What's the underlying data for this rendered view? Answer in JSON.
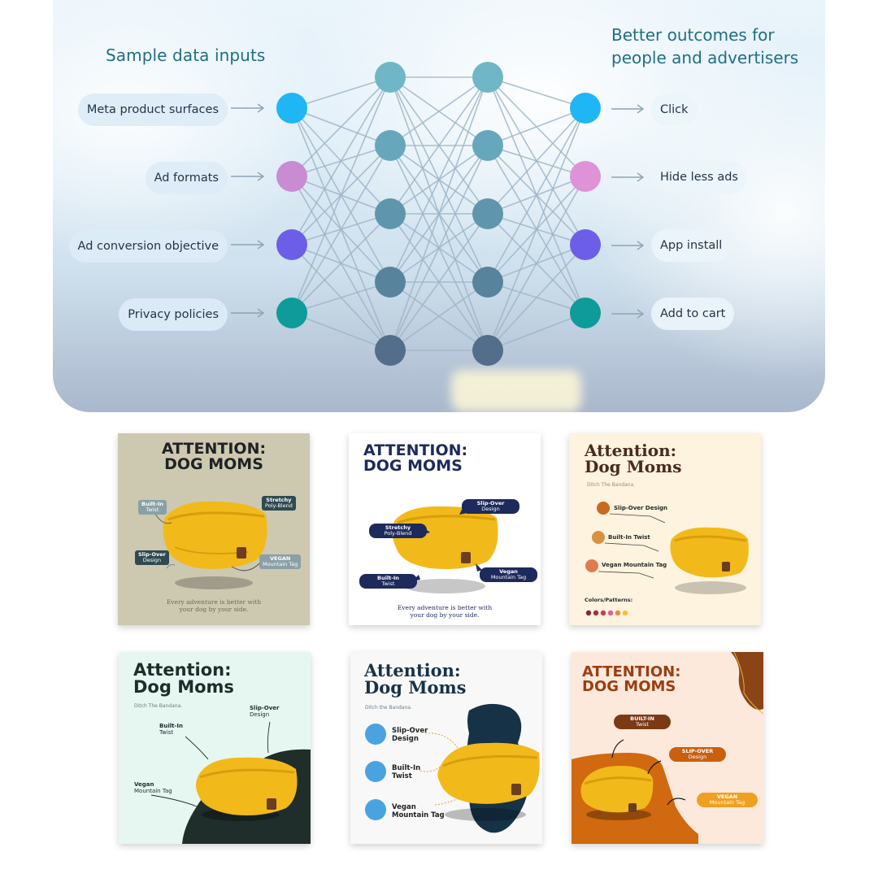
{
  "diagram": {
    "left_title": "Sample data inputs",
    "right_title": "Better outcomes for people and advertisers",
    "inputs": [
      {
        "label": "Meta product surfaces",
        "color": "#1fb6f5"
      },
      {
        "label": "Ad formats",
        "color": "#c98bd2"
      },
      {
        "label": "Ad conversion objective",
        "color": "#6d5ee8"
      },
      {
        "label": "Privacy policies",
        "color": "#0e9b9a"
      }
    ],
    "outputs": [
      {
        "label": "Click",
        "color": "#1fb6f5"
      },
      {
        "label": "Hide less ads",
        "color": "#de92d8"
      },
      {
        "label": "App install",
        "color": "#6d5ee8"
      },
      {
        "label": "Add to cart",
        "color": "#0e9b9a"
      }
    ],
    "hidden_node_colors": [
      "#6fb6c6",
      "#67a7bb",
      "#5f96ad",
      "#58839c",
      "#536e8a"
    ]
  },
  "cards": [
    {
      "headline": [
        "ATTENTION:",
        "DOG MOMS"
      ],
      "tags": [
        {
          "bold": "Built-In",
          "text": "Twist"
        },
        {
          "bold": "Stretchy",
          "text": "Poly-Blend"
        },
        {
          "bold": "Slip-Over",
          "text": "Design"
        },
        {
          "bold": "VEGAN",
          "text": "Mountain Tag"
        }
      ],
      "caption": [
        "Every adventure is better with",
        "your dog by your side."
      ]
    },
    {
      "headline": [
        "ATTENTION:",
        "DOG MOMS"
      ],
      "tags": [
        {
          "bold": "Slip-Over",
          "text": "Design"
        },
        {
          "bold": "Stretchy",
          "text": "Poly-Blend"
        },
        {
          "bold": "Built-In",
          "text": "Twist"
        },
        {
          "bold": "Vegan",
          "text": "Mountain Tag"
        }
      ],
      "caption": [
        "Every adventure is better with",
        "your dog by your side."
      ]
    },
    {
      "headline": [
        "Attention:",
        "Dog Moms"
      ],
      "subtitle": "Ditch The Bandana.",
      "features": [
        "Slip-Over Design",
        "Built-In Twist",
        "Vegan Mountain Tag"
      ],
      "colors_label": "Colors/Patterns:",
      "swatches": [
        "#7a2a3a",
        "#a0304a",
        "#c83a60",
        "#e65a9a",
        "#f08a3a",
        "#f2c23a"
      ]
    },
    {
      "headline": [
        "Attention:",
        "Dog Moms"
      ],
      "subtitle": "Ditch The Bandana.",
      "callouts": [
        {
          "bold": "Slip-Over",
          "text": "Design"
        },
        {
          "bold": "Built-In",
          "text": "Twist"
        },
        {
          "bold": "Vegan",
          "text": "Mountain Tag"
        }
      ]
    },
    {
      "headline": [
        "Attention:",
        "Dog Moms"
      ],
      "subtitle": "Ditch the Bandana.",
      "features": [
        {
          "line1": "Slip-Over",
          "line2": "Design"
        },
        {
          "line1": "Built-In",
          "line2": "Twist"
        },
        {
          "line1": "Vegan",
          "line2": "Mountain Tag"
        }
      ]
    },
    {
      "headline": [
        "ATTENTION:",
        "DOG MOMS"
      ],
      "tags": [
        {
          "bold": "BUILT-IN",
          "text": "Twist"
        },
        {
          "bold": "SLIP-OVER",
          "text": "Design"
        },
        {
          "bold": "VEGAN",
          "text": "Mountain Tag"
        }
      ]
    }
  ]
}
